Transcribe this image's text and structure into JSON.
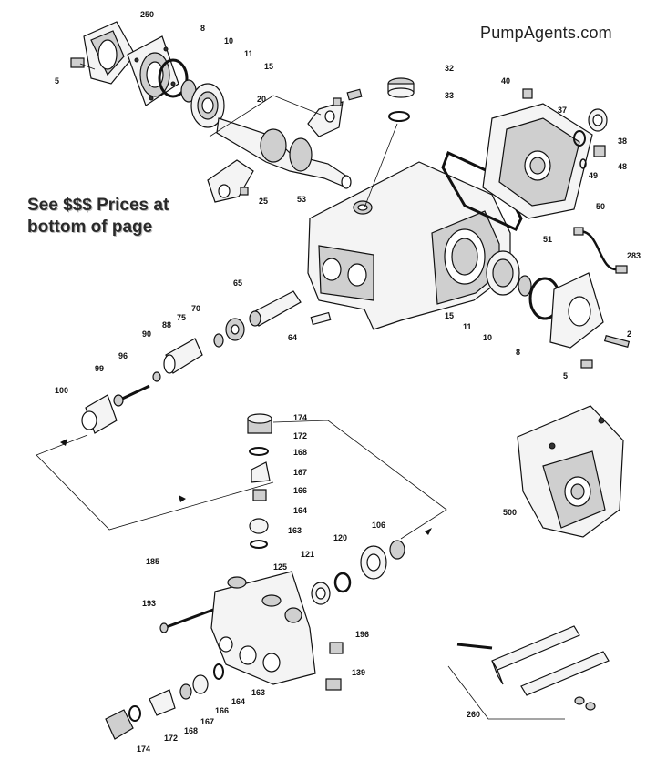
{
  "brand": "PumpAgents.com",
  "note": {
    "line1": "See $$$ Prices at",
    "line2": "bottom of page"
  },
  "parts": [
    "250",
    "8",
    "10",
    "11",
    "15",
    "5",
    "32",
    "33",
    "40",
    "37",
    "38",
    "48",
    "49",
    "50",
    "20",
    "25",
    "53",
    "51",
    "283",
    "65",
    "70",
    "75",
    "88",
    "90",
    "96",
    "99",
    "100",
    "64",
    "2",
    "174",
    "172",
    "168",
    "167",
    "166",
    "164",
    "163",
    "106",
    "120",
    "121",
    "125",
    "185",
    "193",
    "196",
    "139",
    "500",
    "260"
  ]
}
